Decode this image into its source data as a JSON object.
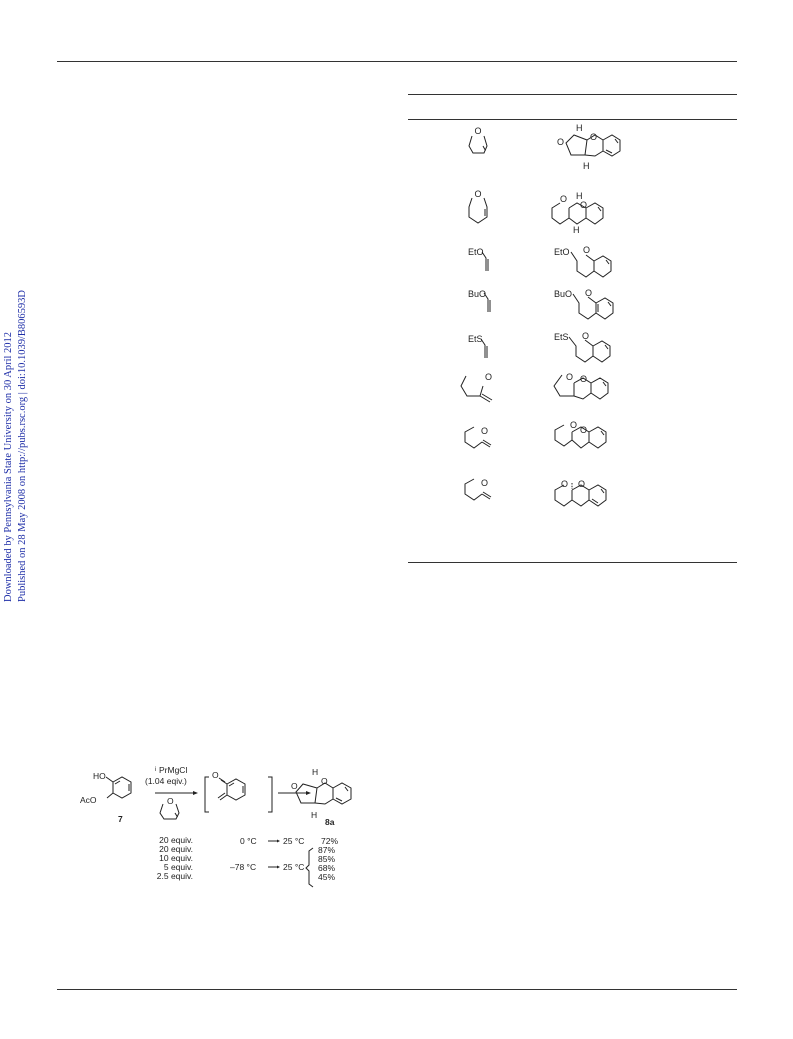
{
  "sidebar": {
    "line1": "Downloaded by Pennsylvania State University on 30 April 2012",
    "line2": "Published on 28 May 2008 on http://pubs.rsc.org | doi:10.1039/B806593D"
  },
  "table": {
    "rows": [
      {
        "reagent_label": "O",
        "product_labels": [
          "H",
          "O",
          "O",
          "H"
        ]
      },
      {
        "reagent_label": "O",
        "product_labels": [
          "H",
          "O",
          "O",
          "H"
        ]
      },
      {
        "reagent_label": "EtO",
        "product_labels": [
          "EtO",
          "O"
        ]
      },
      {
        "reagent_label": "BuO",
        "product_labels": [
          "BuO",
          "O"
        ]
      },
      {
        "reagent_label": "EtS",
        "product_labels": [
          "EtS",
          "O"
        ]
      },
      {
        "reagent_label": "O",
        "product_labels": [
          "O",
          "O"
        ]
      },
      {
        "reagent_label": "O",
        "product_labels": [
          "O",
          "O"
        ]
      },
      {
        "reagent_label": "O",
        "product_labels": [
          "O",
          "O"
        ]
      }
    ]
  },
  "scheme": {
    "start_ho": "HO",
    "start_aco": "AcO",
    "start_number": "7",
    "reagent_sup": "i",
    "reagent": "PrMgCl",
    "reagent_equiv": "(1.04 eqiv.)",
    "intermediate_o": "O",
    "dihydrofuran_o": "O",
    "product_h_top": "H",
    "product_h_bottom": "H",
    "product_o1": "O",
    "product_o2": "O",
    "product_number": "8a",
    "equivalents": [
      "20 equiv.",
      "20 equiv.",
      "10 equiv.",
      "5 equiv.",
      "2.5 equiv."
    ],
    "cond1_start": "0 °C",
    "cond1_end": "25 °C",
    "cond2_start": "–78 °C",
    "cond2_end": "25 °C",
    "yields": [
      "72%",
      "87%",
      "85%",
      "68%",
      "45%"
    ]
  }
}
